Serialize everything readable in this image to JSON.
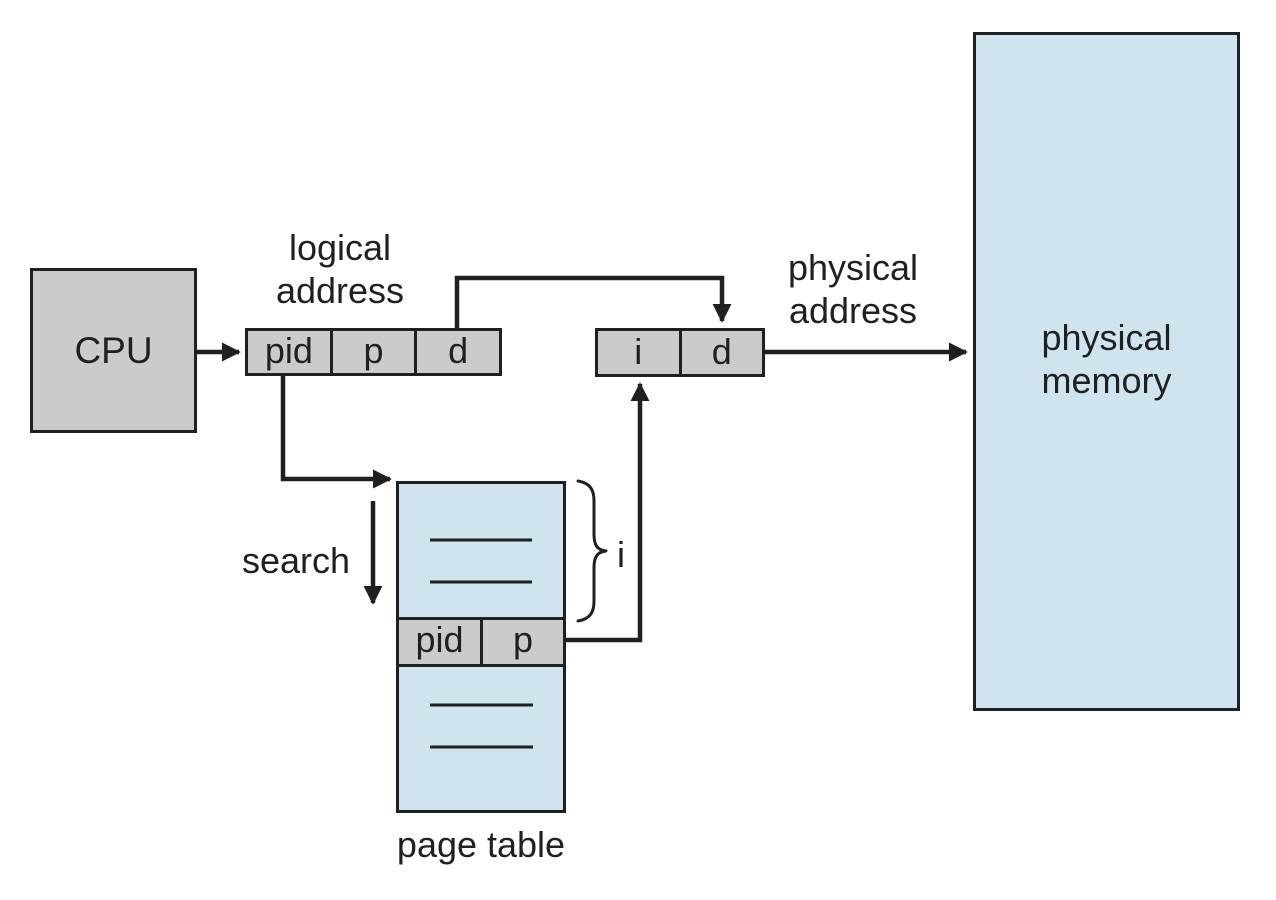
{
  "labels": {
    "cpu": "CPU",
    "logical_address": "logical\naddress",
    "physical_address": "physical\naddress",
    "search": "search",
    "index": "i",
    "page_table": "page table",
    "physical_memory": "physical\nmemory"
  },
  "logical_register": {
    "cells": [
      "pid",
      "p",
      "d"
    ]
  },
  "physical_register": {
    "cells": [
      "i",
      "d"
    ]
  },
  "page_table_entry": {
    "cells": [
      "pid",
      "p"
    ]
  },
  "colors": {
    "gray_fill": "#cbcbcb",
    "blue_fill": "#cfe4ef",
    "line": "#1f2021",
    "background": "#ffffff"
  }
}
